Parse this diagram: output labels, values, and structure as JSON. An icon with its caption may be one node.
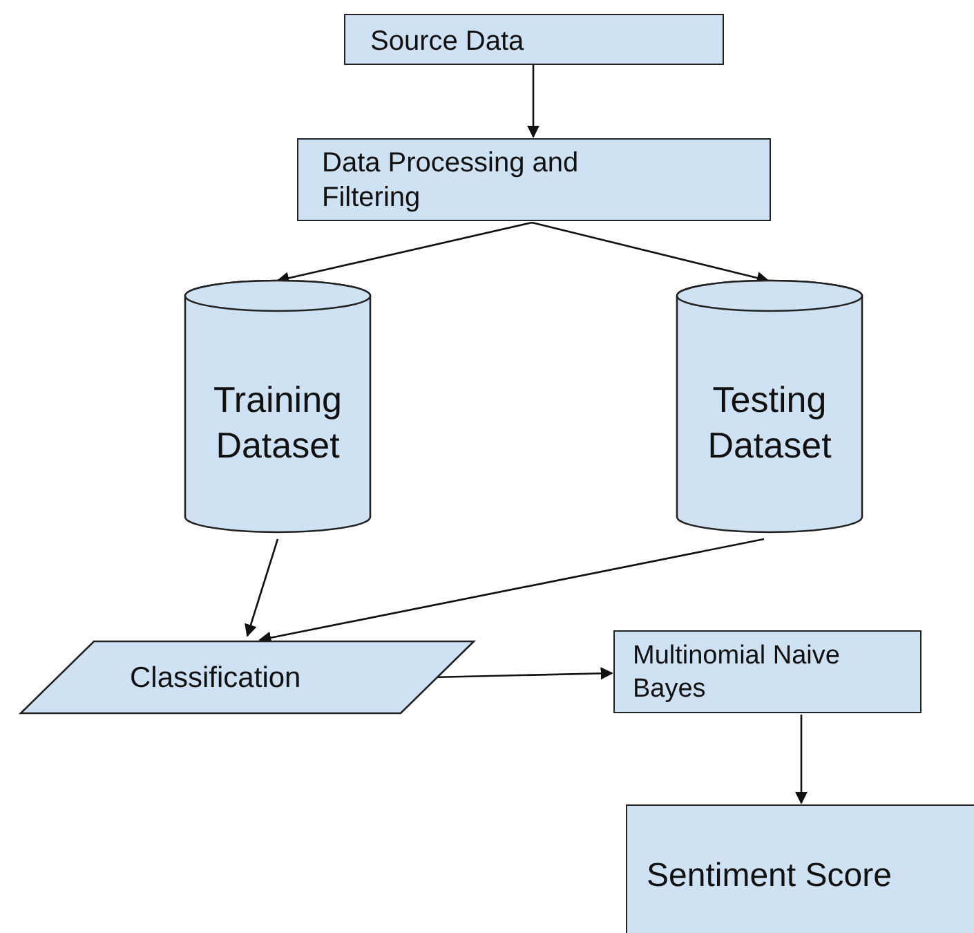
{
  "diagram": {
    "nodes": [
      {
        "text": [
          "Source Data"
        ]
      },
      {
        "text": [
          "Data Processing and Filtering"
        ]
      },
      {
        "text": [
          "Training Dataset"
        ]
      },
      {
        "text": [
          "Testing Dataset"
        ]
      },
      {
        "text": [
          "Classification"
        ]
      },
      {
        "text": [
          "Multinomial Naive Bayes"
        ]
      },
      {
        "text": [
          "Sentiment Score"
        ]
      }
    ],
    "edges": [
      {
        "from": 0,
        "to": 1,
        "arrow": "to"
      },
      {
        "from": 1,
        "to": 2,
        "arrow": "to"
      },
      {
        "from": 1,
        "to": 3,
        "arrow": "to"
      },
      {
        "from": 2,
        "to": 4,
        "arrow": "to"
      },
      {
        "from": 3,
        "to": 4,
        "arrow": "to"
      },
      {
        "from": 4,
        "to": 5,
        "arrow": "to"
      },
      {
        "from": 5,
        "to": 6,
        "arrow": "to"
      }
    ]
  }
}
